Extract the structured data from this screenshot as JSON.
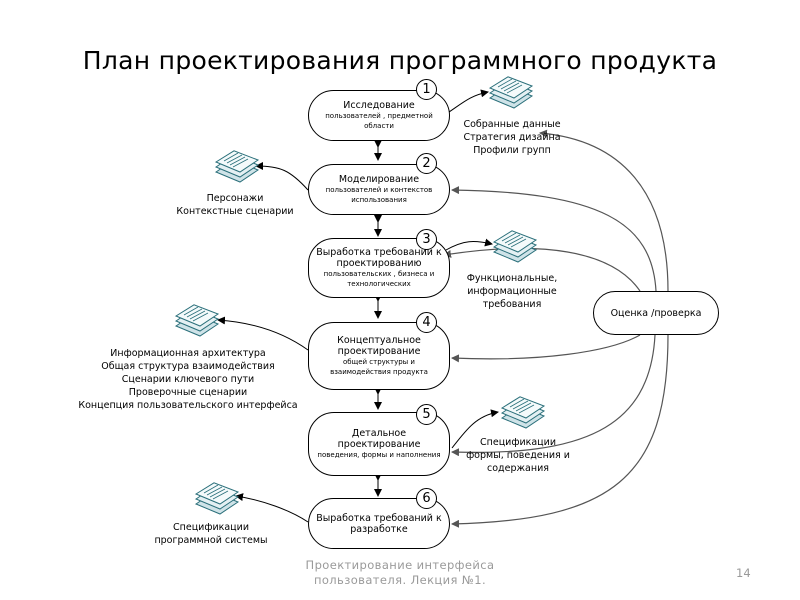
{
  "title": "План проектирования программного продукта",
  "steps": [
    {
      "num": "1",
      "title": "Исследование",
      "sub": "пользователей , предметной области"
    },
    {
      "num": "2",
      "title": "Моделирование",
      "sub": "пользователей и контекстов использования"
    },
    {
      "num": "3",
      "title": "Выработка требований к проектированию",
      "sub": "пользовательских , бизнеса и технологических"
    },
    {
      "num": "4",
      "title": "Концептуальное проектирование",
      "sub": "общей структуры и взаимодействия продукта"
    },
    {
      "num": "5",
      "title": "Детальное проектирование",
      "sub": "поведения, формы и наполнения"
    },
    {
      "num": "6",
      "title": "Выработка требований к разработке",
      "sub": ""
    }
  ],
  "review": "Оценка /проверка",
  "artifacts": [
    {
      "lines": [
        "Собранные данные",
        "Стратегия дизайна",
        "Профили групп"
      ]
    },
    {
      "lines": [
        "Персонажи",
        "Контекстные сценарии"
      ]
    },
    {
      "lines": [
        "Функциональные,",
        "информационные",
        "требования"
      ]
    },
    {
      "lines": [
        "Информационная архитектура",
        "Общая структура взаимодействия",
        "Сценарии ключевого пути",
        "Проверочные сценарии",
        "Концепция пользовательского интерфейса"
      ]
    },
    {
      "lines": [
        "Спецификации",
        "формы, поведения и",
        "содержания"
      ]
    },
    {
      "lines": [
        "Спецификации",
        "программной системы"
      ]
    }
  ],
  "icons": [
    "document-stack-icon",
    "document-stack-icon",
    "document-stack-icon",
    "document-stack-icon",
    "document-stack-icon",
    "document-stack-icon"
  ],
  "colors": {
    "line": "#000000",
    "icon_fill": "#cfe3e8",
    "icon_stroke": "#2a6f7a",
    "review_arrows": "#555555",
    "footer": "#9a9a9a"
  },
  "footer": {
    "line1": "Проектирование интерфейса",
    "line2": "пользователя. Лекция №1."
  },
  "page_number": "14"
}
